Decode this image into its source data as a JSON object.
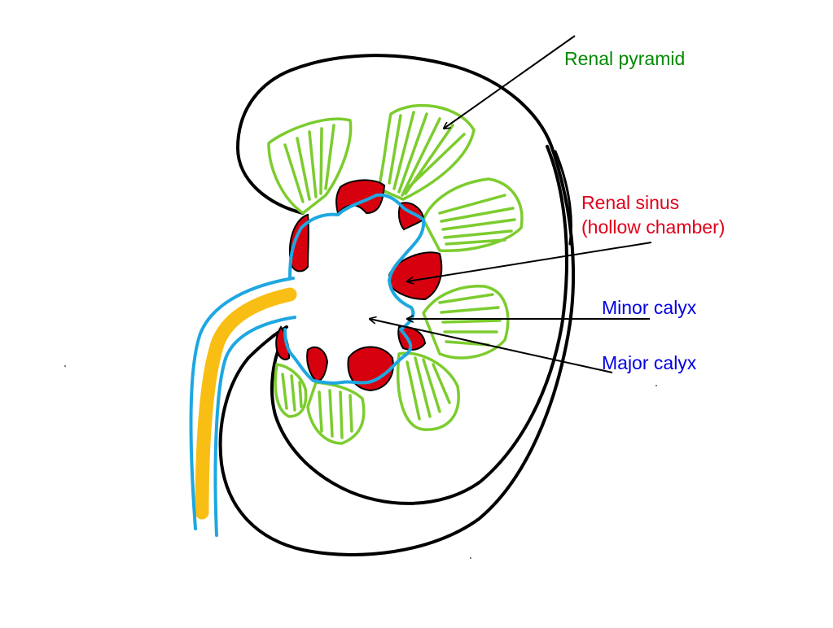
{
  "labels": {
    "renal_pyramid": "Renal pyramid",
    "renal_sinus_line1": "Renal sinus",
    "renal_sinus_line2": "(hollow chamber)",
    "minor_calyx": "Minor calyx",
    "major_calyx": "Major calyx"
  },
  "colors": {
    "outline": "#000000",
    "pyramid": "#7ccc2e",
    "calyx_fill": "#d7000f",
    "pelvis_outline": "#1ea7e1",
    "ureter": "#f8be13",
    "label_pyramid": "#008a00",
    "label_sinus": "#e0001a",
    "label_calyx": "#0000e0"
  }
}
